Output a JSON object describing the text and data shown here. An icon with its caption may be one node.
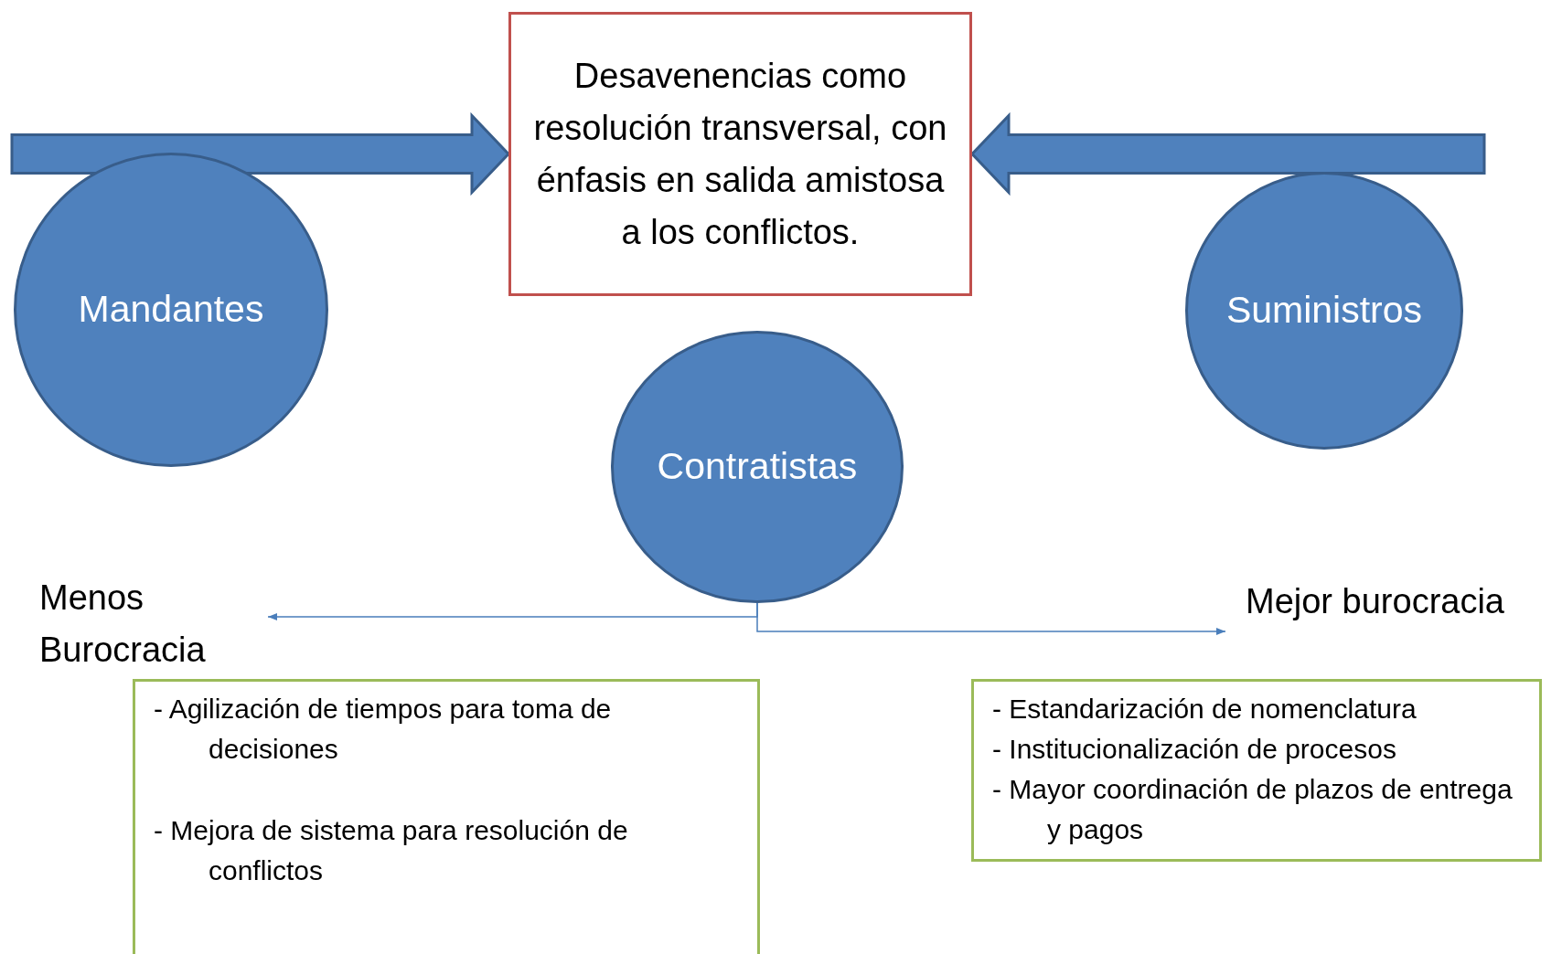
{
  "diagram": {
    "nodes": [
      {
        "text": [
          "Desavenencias como resolución transversal, con énfasis en salida amistosa a los conflictos."
        ]
      },
      {
        "text": [
          "Mandantes"
        ]
      },
      {
        "text": [
          "Suministros"
        ]
      },
      {
        "text": [
          "Contratistas"
        ]
      },
      {
        "text": [
          "Menos Burocracia"
        ]
      },
      {
        "text": [
          "Mejor burocracia"
        ]
      },
      {
        "text": [
          "- Agilización de tiempos para toma de decisiones",
          "- Mejora de sistema para resolución de conflictos"
        ]
      },
      {
        "text": [
          "- Estandarización de nomenclatura",
          "- Institucionalización de procesos",
          "- Mayor coordinación de plazos de entrega y pagos"
        ]
      }
    ],
    "edges": [
      {
        "from": null,
        "to": 0,
        "arrow": "to",
        "style": "thick"
      },
      {
        "from": null,
        "to": 0,
        "arrow": "to",
        "style": "thick"
      },
      {
        "from": 3,
        "to": 4,
        "arrow": "to"
      },
      {
        "from": 3,
        "to": 5,
        "arrow": "to"
      }
    ]
  }
}
